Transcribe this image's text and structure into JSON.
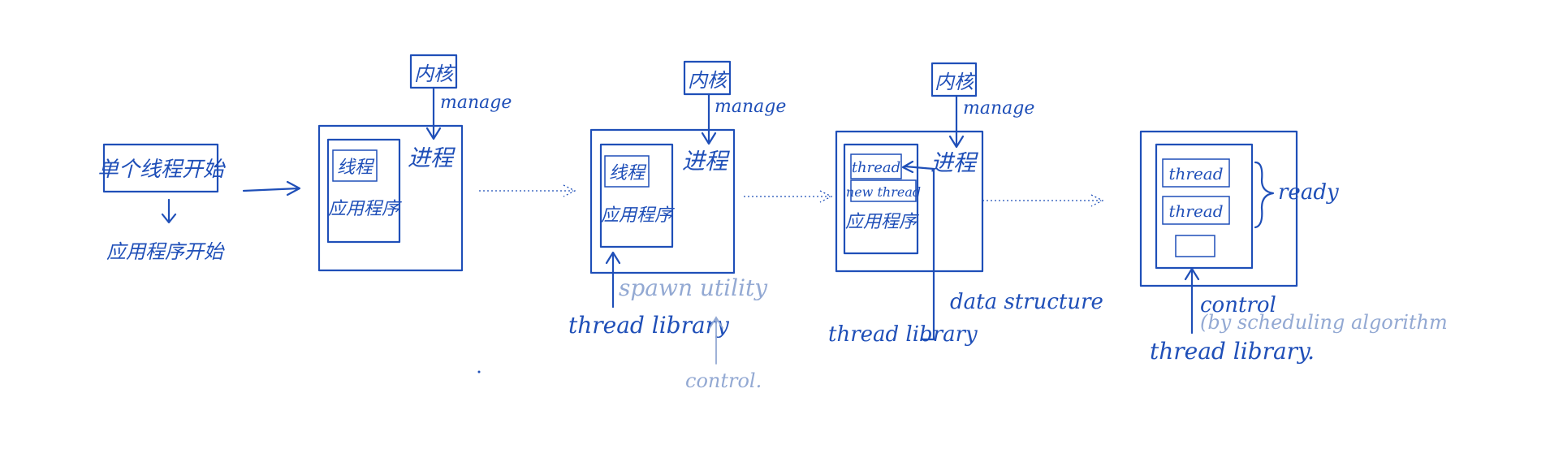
{
  "colors": {
    "ink": "#1f4fb8",
    "faint": "#93a9d3",
    "background": "#ffffff"
  },
  "stage1": {
    "top_label": "单个线程开始",
    "bottom_label": "应用程序开始"
  },
  "stage2": {
    "kernel": "内核",
    "manage": "manage",
    "process": "进程",
    "thread": "线程",
    "app": "应用程序"
  },
  "stage3": {
    "kernel": "内核",
    "manage": "manage",
    "process": "进程",
    "thread": "线程",
    "app": "应用程序",
    "spawn": "spawn utility",
    "thread_library": "thread library",
    "control": "control."
  },
  "stage4": {
    "kernel": "内核",
    "manage": "manage",
    "process": "进程",
    "thread": "thread",
    "new_thread": "new thread",
    "app": "应用程序",
    "data_structure": "data structure",
    "thread_library": "thread library"
  },
  "stage5": {
    "thread_a": "thread",
    "thread_b": "thread",
    "ready": "ready",
    "control": "control",
    "by_scheduling": "(by scheduling algorithm",
    "thread_library": "thread library."
  }
}
